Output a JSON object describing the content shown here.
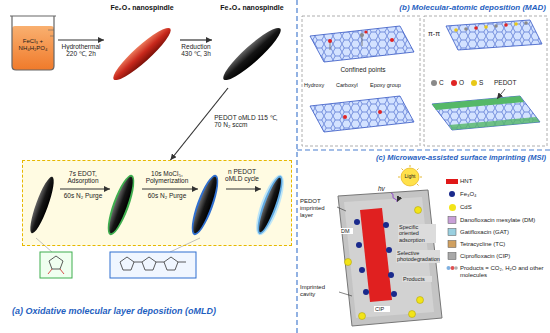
{
  "diagram": {
    "nodes": [
      {
        "text": [
          "(a) Oxidative molecular layer deposition (oMLD)"
        ]
      },
      {
        "text": [
          "FeCl₃ + NH₄H₂PO₄"
        ],
        "in": 0
      },
      {
        "text": [
          "Fe₂O₃ nanospindle"
        ],
        "in": 0
      },
      {
        "text": [
          "Fe₃O₄ nanospindle"
        ],
        "in": 0
      },
      {
        "text": [
          "7s EDOT, Adsorption",
          "60s N₂ Purge",
          "10s MoCl₅, Polymerization",
          "60s N₂ Purge",
          "n PEDOT oMLD cycle"
        ],
        "in": 0
      },
      {
        "text": [
          "(b) Molecular-atomic deposition (MAD)"
        ]
      },
      {
        "text": [
          "(c) Microwave-assisted surface imprinting (MSI)"
        ]
      }
    ],
    "edges": [
      {
        "from": 1,
        "to": 2,
        "arrow": "to",
        "label": "Hydrothermal 220 ℃, 2h"
      },
      {
        "from": 2,
        "to": 3,
        "arrow": "to",
        "label": "Reduction 430 ℃, 3h"
      },
      {
        "from": 3,
        "to": 4,
        "arrow": "to",
        "label": "PEDOT oMLD 115 ℃, 70 N₂ sccm"
      }
    ],
    "labels": [
      "Confined points",
      "Hydroxy",
      "Carboxyl",
      "Epoxy group",
      "π-π",
      "PEDOT",
      "PEDOT imprinted layer",
      "Light",
      "hv",
      "Imprinted cavity",
      "Specific oriented adsorption",
      "Selective photodegradation",
      "Products",
      "DM",
      "CIP"
    ],
    "legend": [
      {
        "text": "C",
        "color": "#8a8a8a"
      },
      {
        "text": "O",
        "color": "#e02424"
      },
      {
        "text": "S",
        "color": "#e8c818"
      },
      {
        "text": "HNT",
        "color": "#e01818"
      },
      {
        "text": "Fe₃O₄",
        "color": "#1a2a8c"
      },
      {
        "text": "CdS",
        "color": "#f2e418"
      },
      {
        "text": "Danofloxacin mesylate (DM)"
      },
      {
        "text": "Gatifloxacin (GAT)"
      },
      {
        "text": "Tetracycline (TC)"
      },
      {
        "text": "Ciprofloxacin (CIP)"
      },
      {
        "text": "Products = CO₂, H₂O and other molecules"
      }
    ]
  }
}
